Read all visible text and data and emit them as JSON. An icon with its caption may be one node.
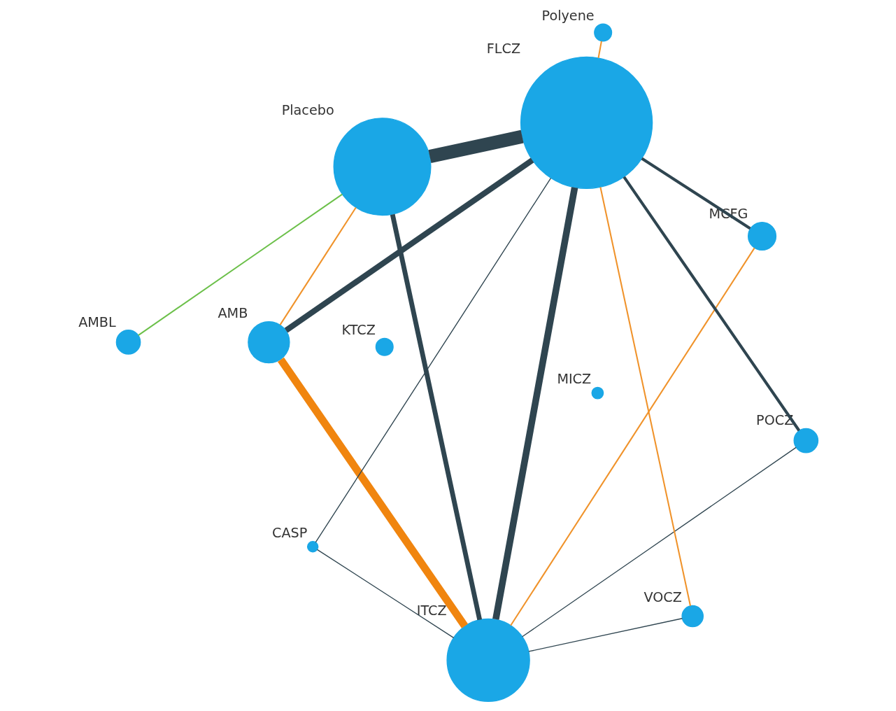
{
  "diagram": {
    "nodes": [
      {
        "text": [
          "AMBL"
        ]
      },
      {
        "text": [
          "AMB"
        ]
      },
      {
        "text": [
          "Polyene"
        ]
      },
      {
        "text": [
          "Placebo"
        ]
      },
      {
        "text": [
          "MCFG"
        ]
      },
      {
        "text": [
          "CASP"
        ]
      },
      {
        "text": [
          "POCZ"
        ]
      },
      {
        "text": [
          "VOCZ"
        ]
      },
      {
        "text": [
          "ITCZ"
        ]
      },
      {
        "text": [
          "FLCZ"
        ]
      },
      {
        "text": [
          "KTCZ"
        ]
      },
      {
        "text": [
          "MICZ"
        ]
      }
    ],
    "edges": [
      {
        "from": 9,
        "to": 1,
        "arrow": "none",
        "style": "thick"
      },
      {
        "from": 9,
        "to": 3,
        "arrow": "none",
        "style": "thick"
      },
      {
        "from": 9,
        "to": 2,
        "arrow": "none",
        "color": "#f0932b"
      },
      {
        "from": 9,
        "to": 8,
        "arrow": "none",
        "style": "thick"
      },
      {
        "from": 9,
        "to": 4,
        "arrow": "none",
        "style": "thick"
      },
      {
        "from": 9,
        "to": 6,
        "arrow": "none",
        "style": "thick"
      },
      {
        "from": 9,
        "to": 5,
        "arrow": "none"
      },
      {
        "from": 9,
        "to": 7,
        "arrow": "none",
        "color": "#f0932b"
      },
      {
        "from": 8,
        "to": 1,
        "arrow": "none",
        "style": "thick",
        "color": "#f0850f"
      },
      {
        "from": 8,
        "to": 3,
        "arrow": "none",
        "style": "thick"
      },
      {
        "from": 8,
        "to": 4,
        "arrow": "none",
        "color": "#f0932b"
      },
      {
        "from": 8,
        "to": 7,
        "arrow": "none"
      },
      {
        "from": 8,
        "to": 6,
        "arrow": "none"
      },
      {
        "from": 8,
        "to": 5,
        "arrow": "none"
      },
      {
        "from": 0,
        "to": 3,
        "arrow": "none",
        "color": "#6cc04a"
      },
      {
        "from": 1,
        "to": 3,
        "arrow": "none",
        "color": "#f0932b"
      }
    ]
  }
}
